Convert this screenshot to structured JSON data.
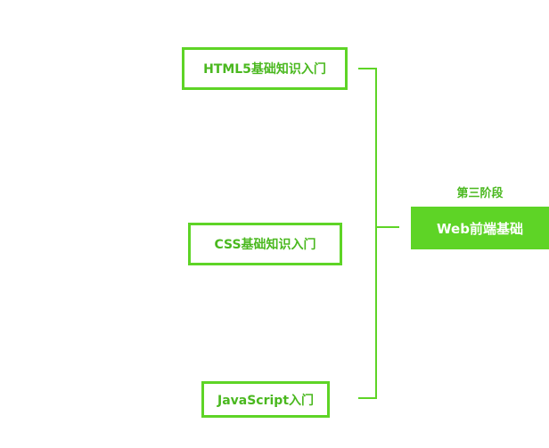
{
  "stage": {
    "label": "第三阶段",
    "title": "Web前端基础"
  },
  "topics": [
    {
      "label": "HTML5基础知识入门"
    },
    {
      "label": "CSS基础知识入门"
    },
    {
      "label": "JavaScript入门"
    }
  ],
  "colors": {
    "accent": "#5ed426",
    "text_accent": "#4ab81f",
    "background": "#ffffff"
  }
}
